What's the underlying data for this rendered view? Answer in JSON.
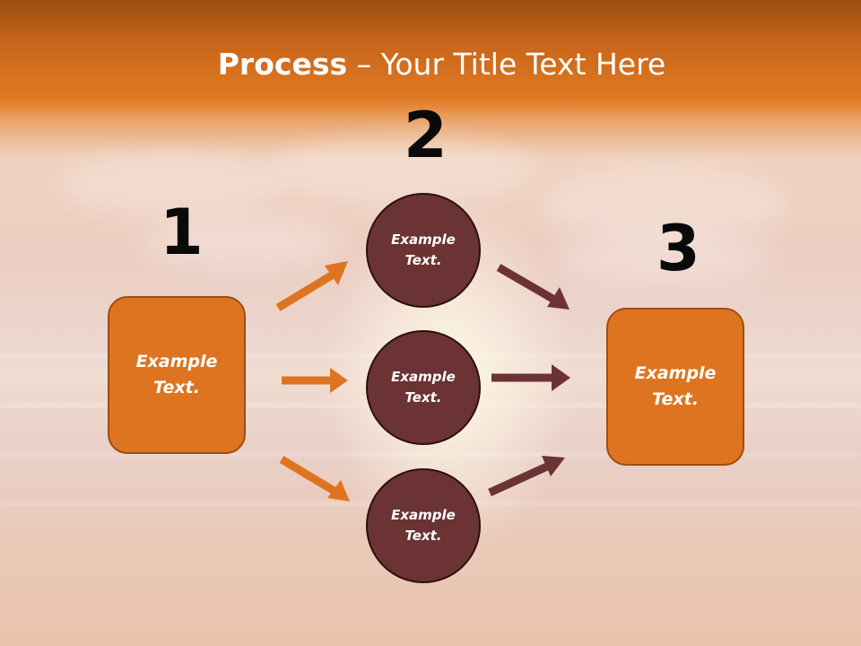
{
  "slide": {
    "title_bold": "Process",
    "title_rest": " – Your Title Text Here"
  },
  "steps": {
    "step1_number": "1",
    "step2_number": "2",
    "step3_number": "3"
  },
  "boxes": {
    "left_label": "Example\nText.",
    "right_label": "Example\nText."
  },
  "circles": [
    {
      "label": "Example\nText."
    },
    {
      "label": "Example\nText."
    },
    {
      "label": "Example\nText."
    }
  ],
  "colors": {
    "orange_accent": "#de7420",
    "brown_accent": "#6b3334",
    "title_text": "#ffffff",
    "number_text": "#0a0a0a"
  }
}
